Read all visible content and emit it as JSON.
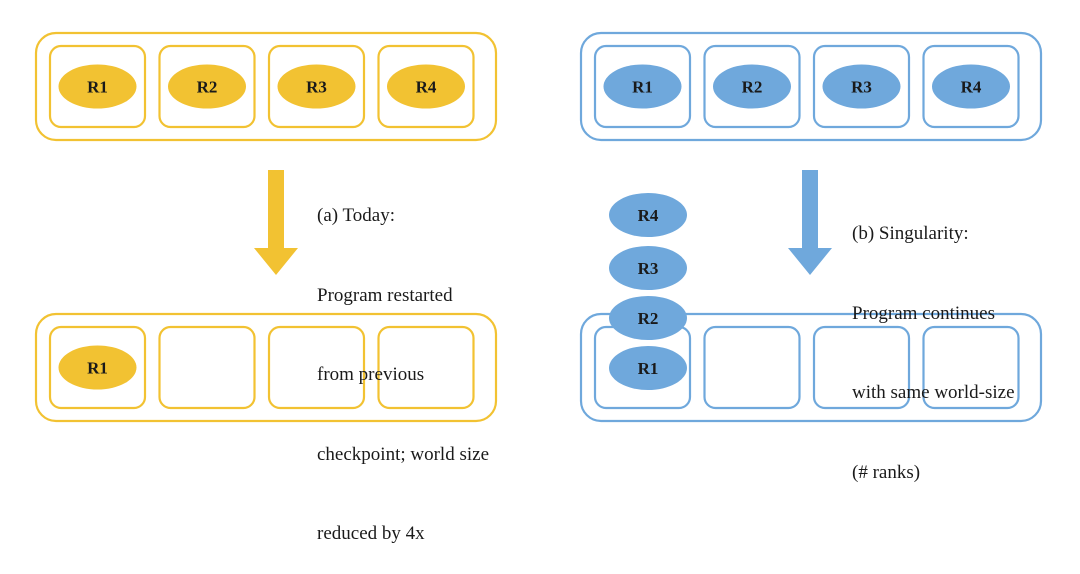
{
  "colors": {
    "today_accent": "#F2C232",
    "singularity_accent": "#6FA8DC",
    "box_fill": "#ffffff",
    "text": "#1a1a1a"
  },
  "today": {
    "before": {
      "slots": [
        "R1",
        "R2",
        "R3",
        "R4"
      ]
    },
    "after": {
      "slots": [
        "R1",
        "",
        "",
        ""
      ]
    },
    "caption": [
      "(a) Today:",
      "Program restarted",
      "from previous",
      "checkpoint; world size",
      "reduced by 4x"
    ]
  },
  "singularity": {
    "before": {
      "slots": [
        "R1",
        "R2",
        "R3",
        "R4"
      ]
    },
    "after": {
      "slots": [
        "",
        "",
        "",
        ""
      ],
      "stacked_ranks": [
        "R1",
        "R2",
        "R3",
        "R4"
      ]
    },
    "caption": [
      "(b) Singularity:",
      "Program continues",
      "with same world-size",
      "(# ranks)"
    ]
  }
}
